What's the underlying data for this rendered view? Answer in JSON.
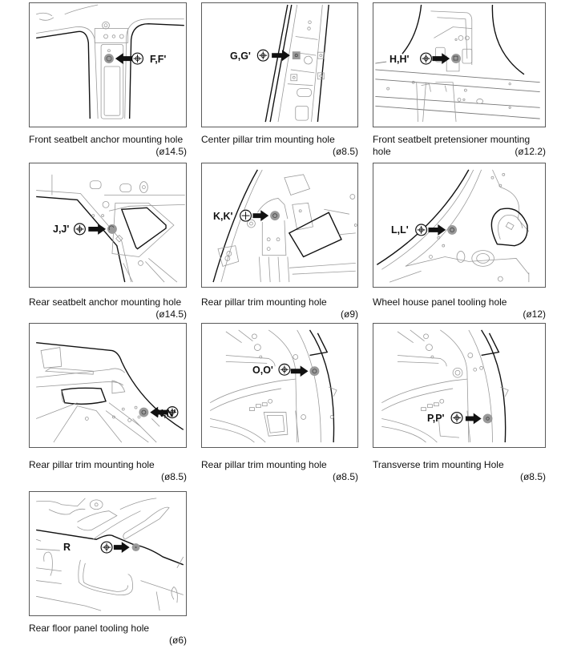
{
  "panels": [
    {
      "id": "F",
      "callout": "F,F'",
      "name": "Front seatbelt anchor mounting hole",
      "diameter": "(ø14.5)",
      "arrow_direction": "left"
    },
    {
      "id": "G",
      "callout": "G,G'",
      "name": "Center pillar trim mounting hole",
      "diameter": "(ø8.5)",
      "arrow_direction": "right"
    },
    {
      "id": "H",
      "callout": "H,H'",
      "name": "Front seatbelt pretensioner mounting",
      "name_line2": "hole",
      "diameter": "(ø12.2)",
      "arrow_direction": "right"
    },
    {
      "id": "J",
      "callout": "J,J'",
      "name": "Rear seatbelt anchor mounting hole",
      "diameter": "(ø14.5)",
      "arrow_direction": "right"
    },
    {
      "id": "K",
      "callout": "K,K'",
      "name": "Rear pillar trim mounting hole",
      "diameter": "(ø9)",
      "arrow_direction": "right"
    },
    {
      "id": "L",
      "callout": "L,L'",
      "name": "Wheel house panel tooling hole",
      "diameter": "(ø12)",
      "arrow_direction": "right"
    },
    {
      "id": "N",
      "callout": "N,N'",
      "name": "Rear pillar trim mounting hole",
      "diameter": "(ø8.5)",
      "arrow_direction": "left"
    },
    {
      "id": "O",
      "callout": "O,O'",
      "name": "Rear pillar trim mounting hole",
      "diameter": "(ø8.5)",
      "arrow_direction": "right"
    },
    {
      "id": "P",
      "callout": "P,P'",
      "name": "Transverse trim mounting Hole",
      "diameter": "(ø8.5)",
      "arrow_direction": "right"
    },
    {
      "id": "R",
      "callout": "R",
      "name": "Rear floor panel tooling hole",
      "diameter": "(ø6)",
      "arrow_direction": "right"
    }
  ],
  "icons": {
    "datum_symbol": "crosshair-circle-icon",
    "pointer": "arrow-icon",
    "hole_marker": "shaded-hole-icon"
  },
  "colors": {
    "frame": "#5a5a5a",
    "hole_shade": "#9a9a9a",
    "line_art": "#9a9a9a",
    "text": "#111111"
  }
}
